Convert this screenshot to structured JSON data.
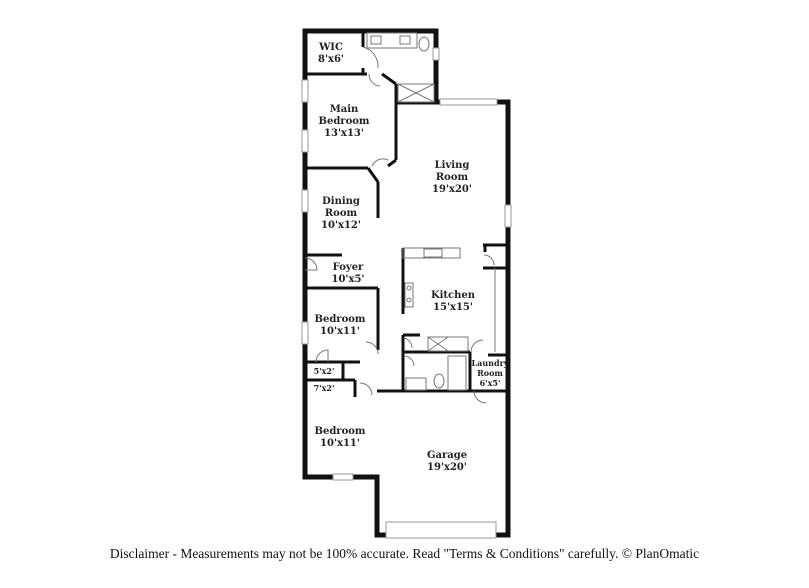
{
  "rooms": {
    "wic": {
      "name": "WIC",
      "size": "8'x6'"
    },
    "main_bedroom": {
      "name1": "Main",
      "name2": "Bedroom",
      "size": "13'x13'"
    },
    "living_room": {
      "name1": "Living",
      "name2": "Room",
      "size": "19'x20'"
    },
    "dining_room": {
      "name1": "Dining",
      "name2": "Room",
      "size": "10'x12'"
    },
    "foyer": {
      "name": "Foyer",
      "size": "10'x5'"
    },
    "kitchen": {
      "name": "Kitchen",
      "size": "15'x15'"
    },
    "bedroom_1": {
      "name": "Bedroom",
      "size": "10'x11'"
    },
    "closet_1": {
      "size": "5'x2'"
    },
    "closet_2": {
      "size": "7'x2'"
    },
    "laundry": {
      "name1": "Laundry",
      "name2": "Room",
      "size": "6'x5'"
    },
    "bedroom_2": {
      "name": "Bedroom",
      "size": "10'x11'"
    },
    "garage": {
      "name": "Garage",
      "size": "19'x20'"
    }
  },
  "disclaimer": "Disclaimer - Measurements may not be 100% accurate. Read \"Terms & Conditions\" carefully. © PlanOmatic"
}
